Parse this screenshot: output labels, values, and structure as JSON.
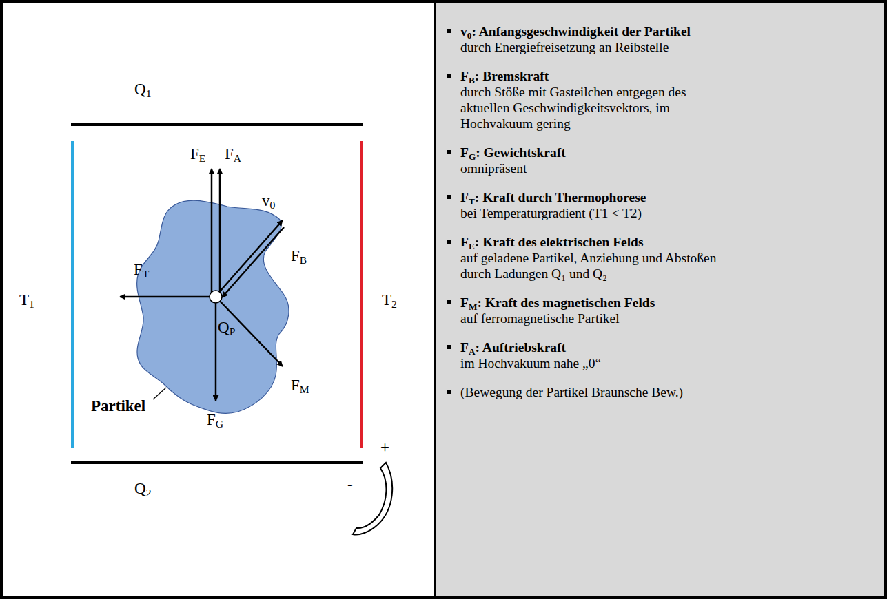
{
  "diagram": {
    "nodes": [
      {
        "text": [
          "v0: Anfangsgeschwindigkeit der Partikel",
          "durch Energiefreisetzung an Reibstelle",
          "FB: Bremskraft",
          "durch Stöße mit Gasteilchen entgegen des aktuellen Geschwindigkeitsvektors, im Hochvakuum gering",
          "FG: Gewichtskraft",
          "omnipräsent",
          "FT: Kraft durch Thermophorese",
          "bei Temperaturgradient (T1 < T2)",
          "FE: Kraft des elektrischen Felds",
          "auf geladene Partikel, Anziehung und Abstoßen durch Ladungen Q₁ und Q₂",
          "FM: Kraft des magnetischen Felds",
          "auf ferromagnetische Partikel",
          "FA: Auftriebskraft",
          "im Hochvakuum nahe „0“",
          "(Bewegung der Partikel Braunsche Bew.)"
        ]
      }
    ],
    "labels": [
      "Q1",
      "Q2",
      "T1",
      "T2",
      "FE",
      "FA",
      "v0",
      "FB",
      "FT",
      "QP",
      "FM",
      "FG",
      "Partikel",
      "+",
      "-"
    ]
  }
}
